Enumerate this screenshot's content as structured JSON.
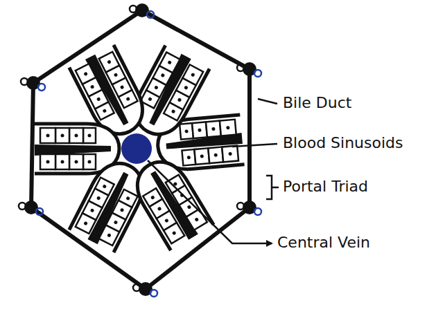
{
  "diagram": {
    "labels": [
      "Bile Duct",
      "Blood Sinusoids",
      "Portal Triad",
      "Central Vein"
    ]
  }
}
